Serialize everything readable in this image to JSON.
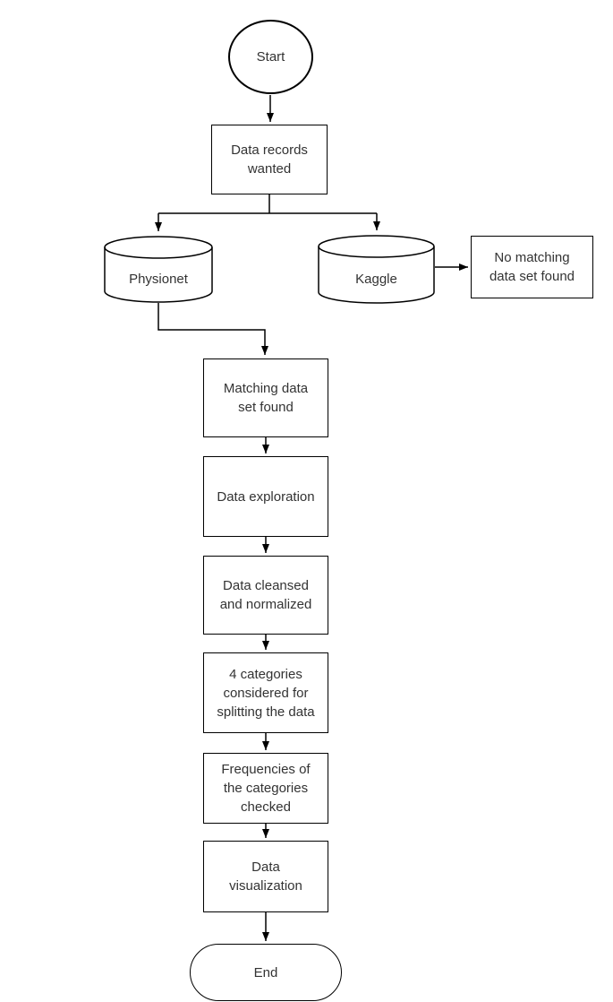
{
  "diagram": {
    "type": "flowchart",
    "colors": {
      "background": "#ffffff",
      "stroke": "#000000",
      "shape_fill": "#ffffff",
      "text": "#333333"
    },
    "nodes": {
      "start": {
        "shape": "ellipse",
        "label": "Start"
      },
      "data_records_wanted": {
        "shape": "rectangle",
        "label": "Data records\nwanted"
      },
      "physionet": {
        "shape": "cylinder",
        "label": "Physionet"
      },
      "kaggle": {
        "shape": "cylinder",
        "label": "Kaggle"
      },
      "no_matching_data_set_found": {
        "shape": "rectangle",
        "label": "No matching\ndata set found"
      },
      "matching_data_set_found": {
        "shape": "rectangle",
        "label": "Matching data\nset found"
      },
      "data_exploration": {
        "shape": "rectangle",
        "label": "Data exploration"
      },
      "data_cleansed_normalized": {
        "shape": "rectangle",
        "label": "Data cleansed\nand normalized"
      },
      "categories_split": {
        "shape": "rectangle",
        "label": "4 categories\nconsidered for\nsplitting the data"
      },
      "frequencies_checked": {
        "shape": "rectangle",
        "label": "Frequencies of\nthe categories\nchecked"
      },
      "data_visualization": {
        "shape": "rectangle",
        "label": "Data\nvisualization"
      },
      "end": {
        "shape": "terminator",
        "label": "End"
      }
    },
    "edges": [
      {
        "from": "start",
        "to": "data_records_wanted"
      },
      {
        "from": "data_records_wanted",
        "to": "physionet"
      },
      {
        "from": "data_records_wanted",
        "to": "kaggle"
      },
      {
        "from": "kaggle",
        "to": "no_matching_data_set_found"
      },
      {
        "from": "physionet",
        "to": "matching_data_set_found"
      },
      {
        "from": "matching_data_set_found",
        "to": "data_exploration"
      },
      {
        "from": "data_exploration",
        "to": "data_cleansed_normalized"
      },
      {
        "from": "data_cleansed_normalized",
        "to": "categories_split"
      },
      {
        "from": "categories_split",
        "to": "frequencies_checked"
      },
      {
        "from": "frequencies_checked",
        "to": "data_visualization"
      },
      {
        "from": "data_visualization",
        "to": "end"
      }
    ]
  }
}
